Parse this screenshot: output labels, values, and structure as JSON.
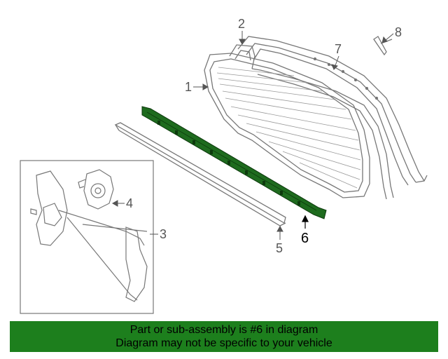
{
  "diagram": {
    "callouts": {
      "c1": "1",
      "c2": "2",
      "c3": "3",
      "c4": "4",
      "c5": "5",
      "c6": "6",
      "c7": "7",
      "c8": "8"
    },
    "highlight_part": "6"
  },
  "banner": {
    "line1": "Part or sub-assembly is #6 in diagram",
    "line2": "Diagram may not be specific to your vehicle"
  },
  "colors": {
    "highlight": "#1e6b1e",
    "banner_bg": "#1d7f1d",
    "line": "#777777"
  }
}
